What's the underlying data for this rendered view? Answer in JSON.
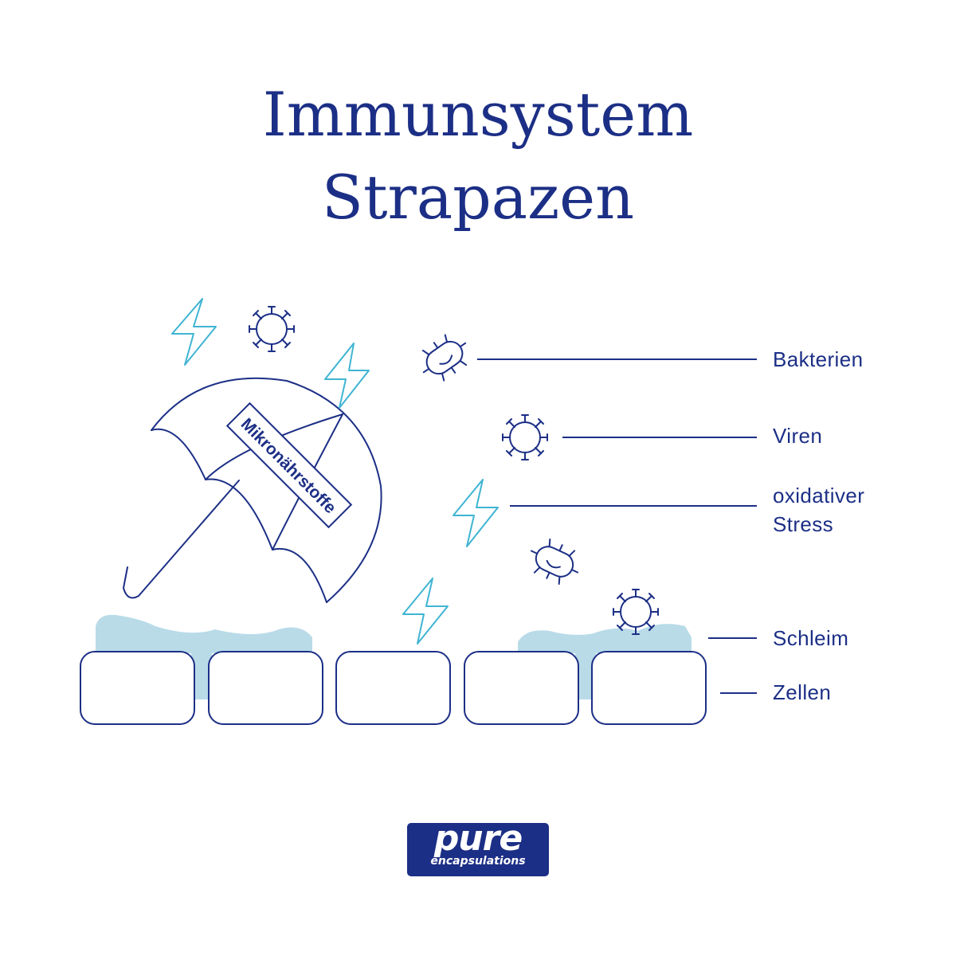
{
  "title": {
    "line1": "Immunsystem",
    "line2": "Strapazen"
  },
  "umbrella_label": "Mikronährstoffe",
  "labels": {
    "bacteria": "Bakterien",
    "virus": "Viren",
    "oxidative_line1": "oxidativer",
    "oxidative_line2": "Stress",
    "mucus": "Schleim",
    "cells": "Zellen"
  },
  "logo": {
    "brand": "pure",
    "sub": "encapsulations"
  },
  "colors": {
    "navy": "#1c2f86",
    "bolt": "#3fb4d3",
    "mucus": "#b9dbe8"
  },
  "icons": [
    "lightning-icon",
    "virus-icon",
    "bacteria-icon",
    "umbrella-icon"
  ]
}
